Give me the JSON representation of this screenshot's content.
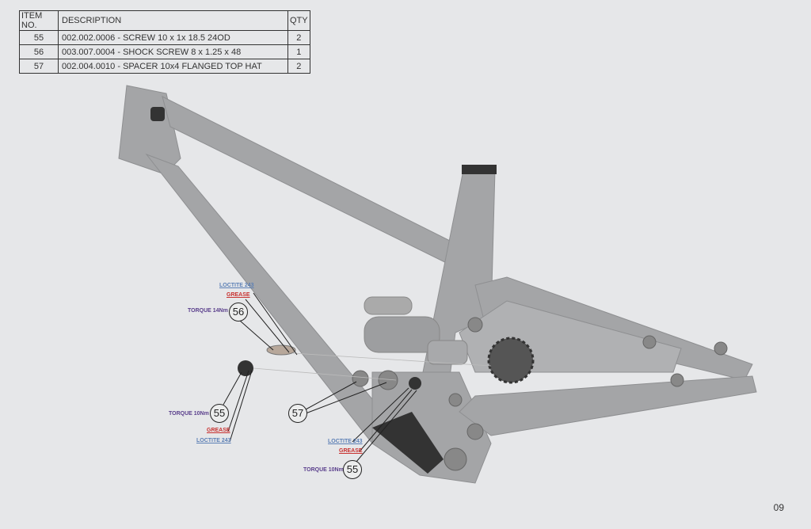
{
  "bom": {
    "headers": {
      "item": "ITEM NO.",
      "description": "DESCRIPTION",
      "qty": "QTY"
    },
    "rows": [
      {
        "item": "55",
        "description": "002.002.0006 - SCREW 10 x 1x 18.5 24OD",
        "qty": "2"
      },
      {
        "item": "56",
        "description": "003.007.0004 - SHOCK SCREW 8 x 1.25 x 48",
        "qty": "1"
      },
      {
        "item": "57",
        "description": "002.004.0010 - SPACER 10x4 FLANGED TOP HAT",
        "qty": "2"
      }
    ]
  },
  "callouts": {
    "c56": {
      "number": "56",
      "torque": "TORQUE 14Nm",
      "loctite": "LOCTITE 243",
      "grease": "GREASE"
    },
    "c55a": {
      "number": "55",
      "torque": "TORQUE 10Nm",
      "loctite": "LOCTITE 243",
      "grease": "GREASE"
    },
    "c57": {
      "number": "57"
    },
    "c55b": {
      "number": "55",
      "torque": "TORQUE 10Nm",
      "loctite": "LOCTITE 243",
      "grease": "GREASE"
    }
  },
  "page_number": "09",
  "colors": {
    "frame": "#a4a5a7",
    "loctite": "#5b7fb5",
    "grease": "#c8312f",
    "torque": "#5a3f8c"
  }
}
